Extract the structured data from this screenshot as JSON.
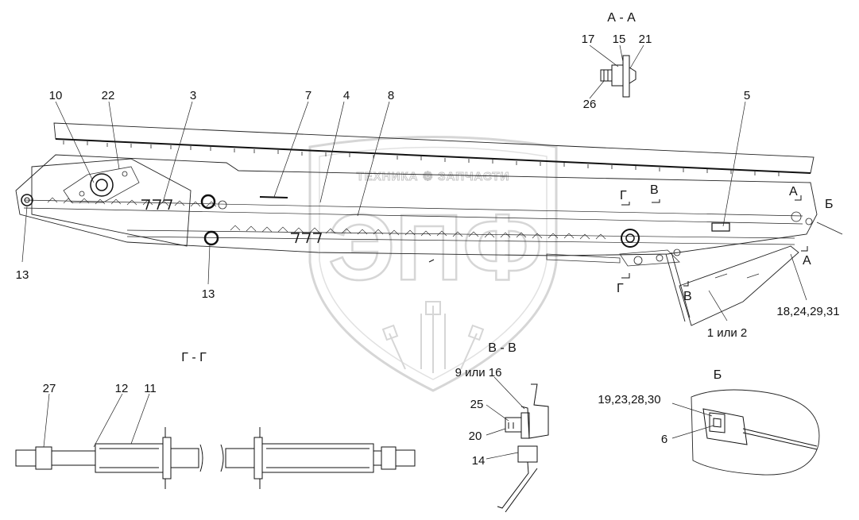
{
  "watermark": {
    "brand_line": "ТЕХНИКА ⚙ ЗАПЧАСТИ",
    "logo": "ЭПФ"
  },
  "sections": {
    "aa": "А - А",
    "b": "Б",
    "vv": "В - В",
    "gg": "Г - Г"
  },
  "main_view": {
    "section_marks": [
      "Г",
      "В",
      "А",
      "Б",
      "А",
      "Г",
      "В"
    ],
    "callouts": [
      "10",
      "22",
      "3",
      "7",
      "4",
      "8",
      "5",
      "13",
      "13",
      "1 или 2",
      "18,24,29,31"
    ]
  },
  "section_aa": {
    "callouts": [
      "17",
      "15",
      "21",
      "26"
    ]
  },
  "section_vv": {
    "callouts": [
      "9 или 16",
      "25",
      "20",
      "14"
    ]
  },
  "section_b": {
    "callouts": [
      "19,23,28,30",
      "6"
    ]
  },
  "section_gg": {
    "callouts": [
      "27",
      "12",
      "11"
    ]
  }
}
